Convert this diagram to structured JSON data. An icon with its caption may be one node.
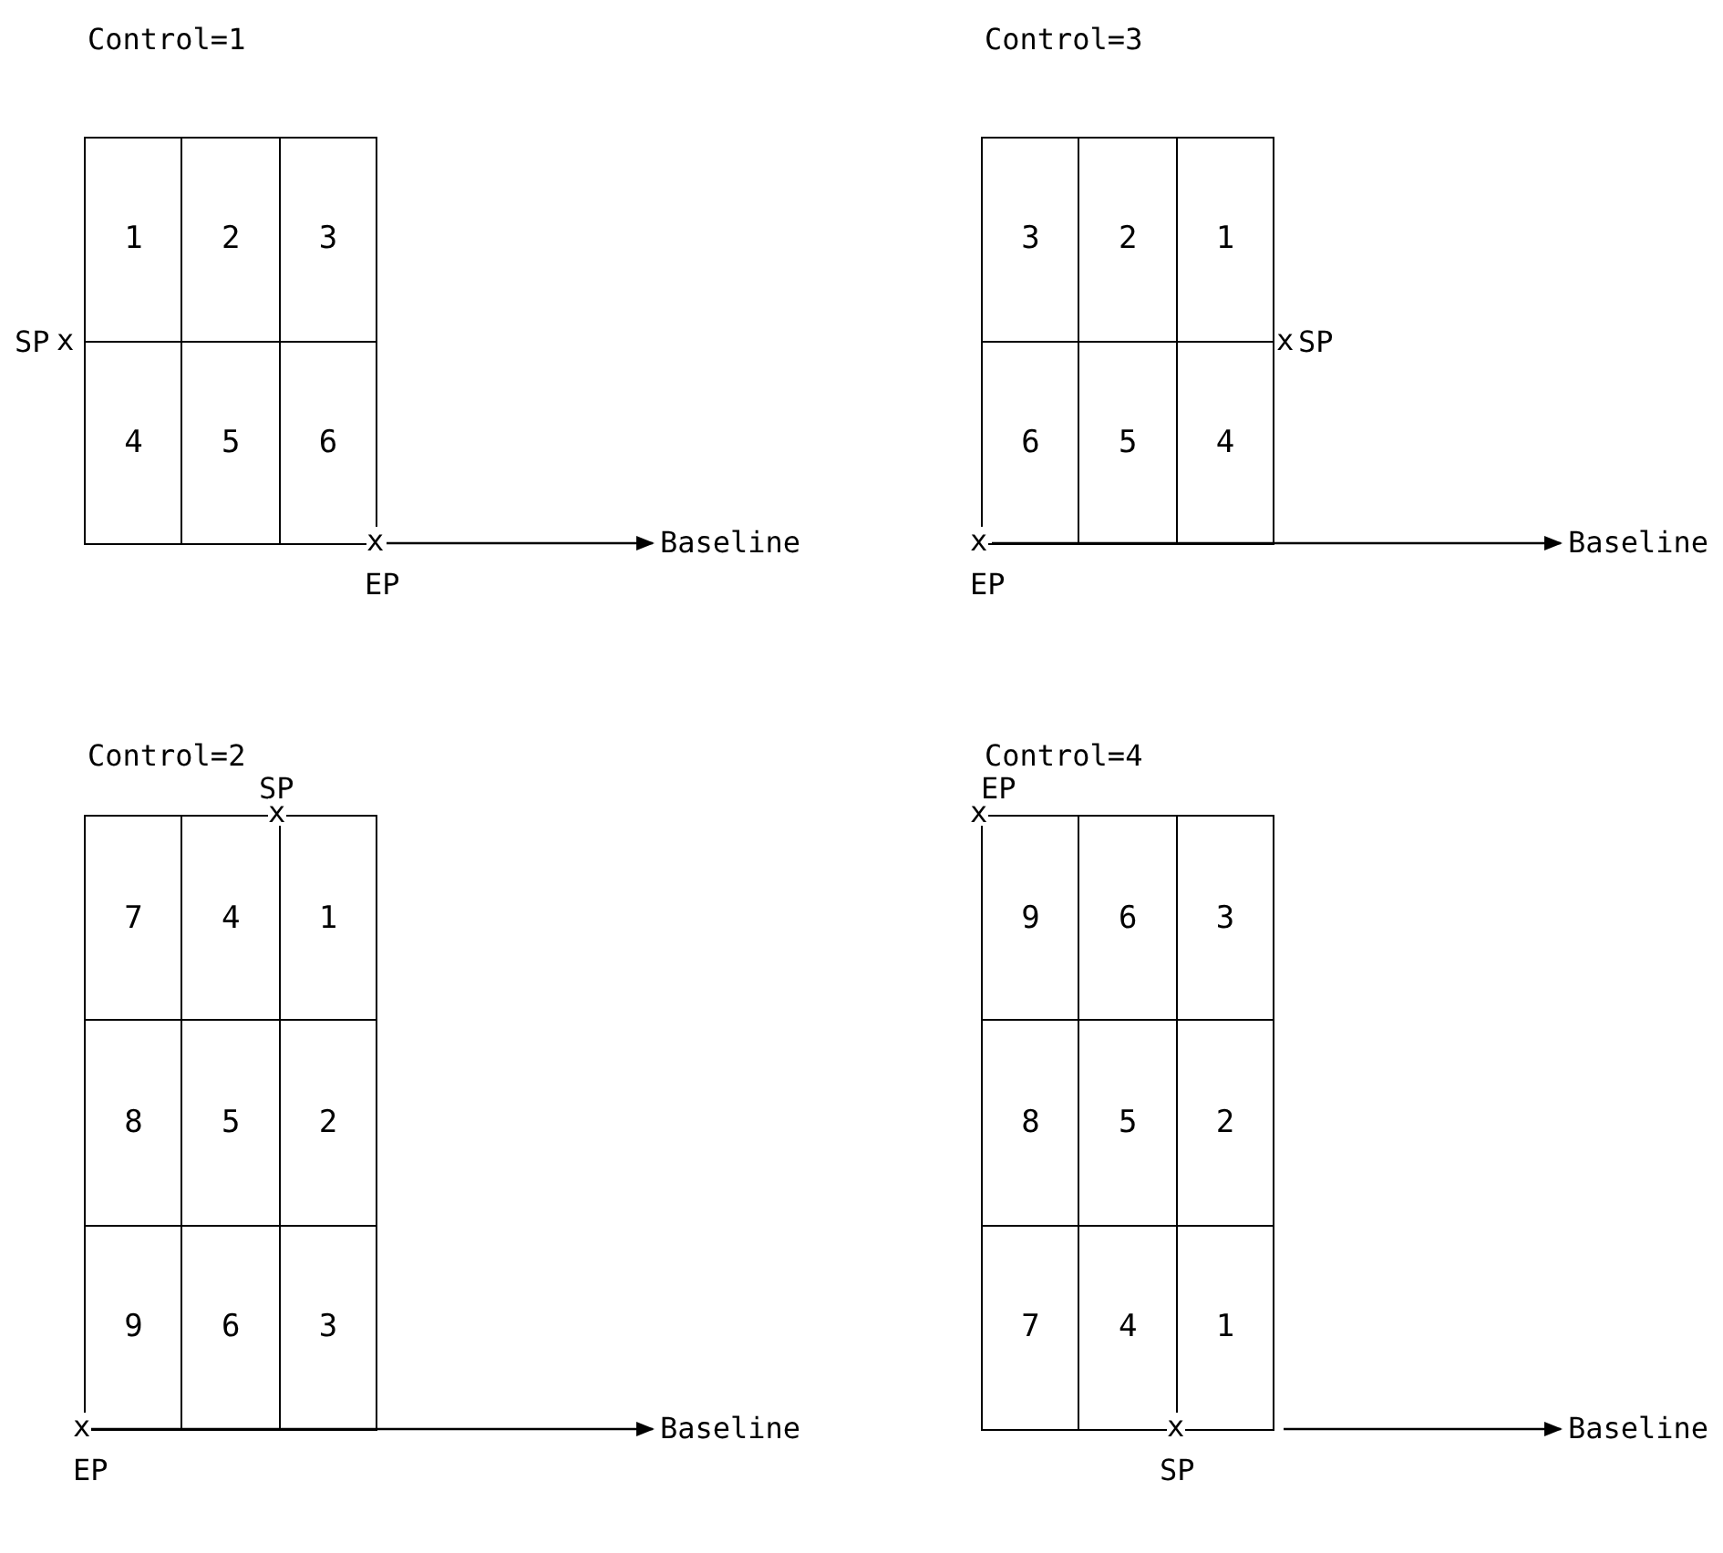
{
  "diagram": {
    "nodes": [
      {
        "text": [
          "1"
        ]
      },
      {
        "text": [
          "2"
        ]
      },
      {
        "text": [
          "3"
        ]
      },
      {
        "text": [
          "4"
        ]
      },
      {
        "text": [
          "5"
        ]
      },
      {
        "text": [
          "6"
        ]
      },
      {
        "text": [
          "3"
        ]
      },
      {
        "text": [
          "2"
        ]
      },
      {
        "text": [
          "1"
        ]
      },
      {
        "text": [
          "6"
        ]
      },
      {
        "text": [
          "5"
        ]
      },
      {
        "text": [
          "4"
        ]
      },
      {
        "text": [
          "7"
        ]
      },
      {
        "text": [
          "4"
        ]
      },
      {
        "text": [
          "1"
        ]
      },
      {
        "text": [
          "8"
        ]
      },
      {
        "text": [
          "5"
        ]
      },
      {
        "text": [
          "2"
        ]
      },
      {
        "text": [
          "9"
        ]
      },
      {
        "text": [
          "6"
        ]
      },
      {
        "text": [
          "3"
        ]
      },
      {
        "text": [
          "9"
        ]
      },
      {
        "text": [
          "6"
        ]
      },
      {
        "text": [
          "3"
        ]
      },
      {
        "text": [
          "8"
        ]
      },
      {
        "text": [
          "5"
        ]
      },
      {
        "text": [
          "2"
        ]
      },
      {
        "text": [
          "7"
        ]
      },
      {
        "text": [
          "4"
        ]
      },
      {
        "text": [
          "1"
        ]
      }
    ],
    "labels": [
      "Control=1",
      "Control=3",
      "SP",
      "x",
      "x",
      "SP",
      "x",
      "Baseline",
      "x",
      "Baseline",
      "EP",
      "EP",
      "Control=2",
      "Control=4",
      "SP",
      "EP",
      "x",
      "x",
      "x",
      "Baseline",
      "x",
      "Baseline",
      "EP",
      "SP"
    ]
  }
}
